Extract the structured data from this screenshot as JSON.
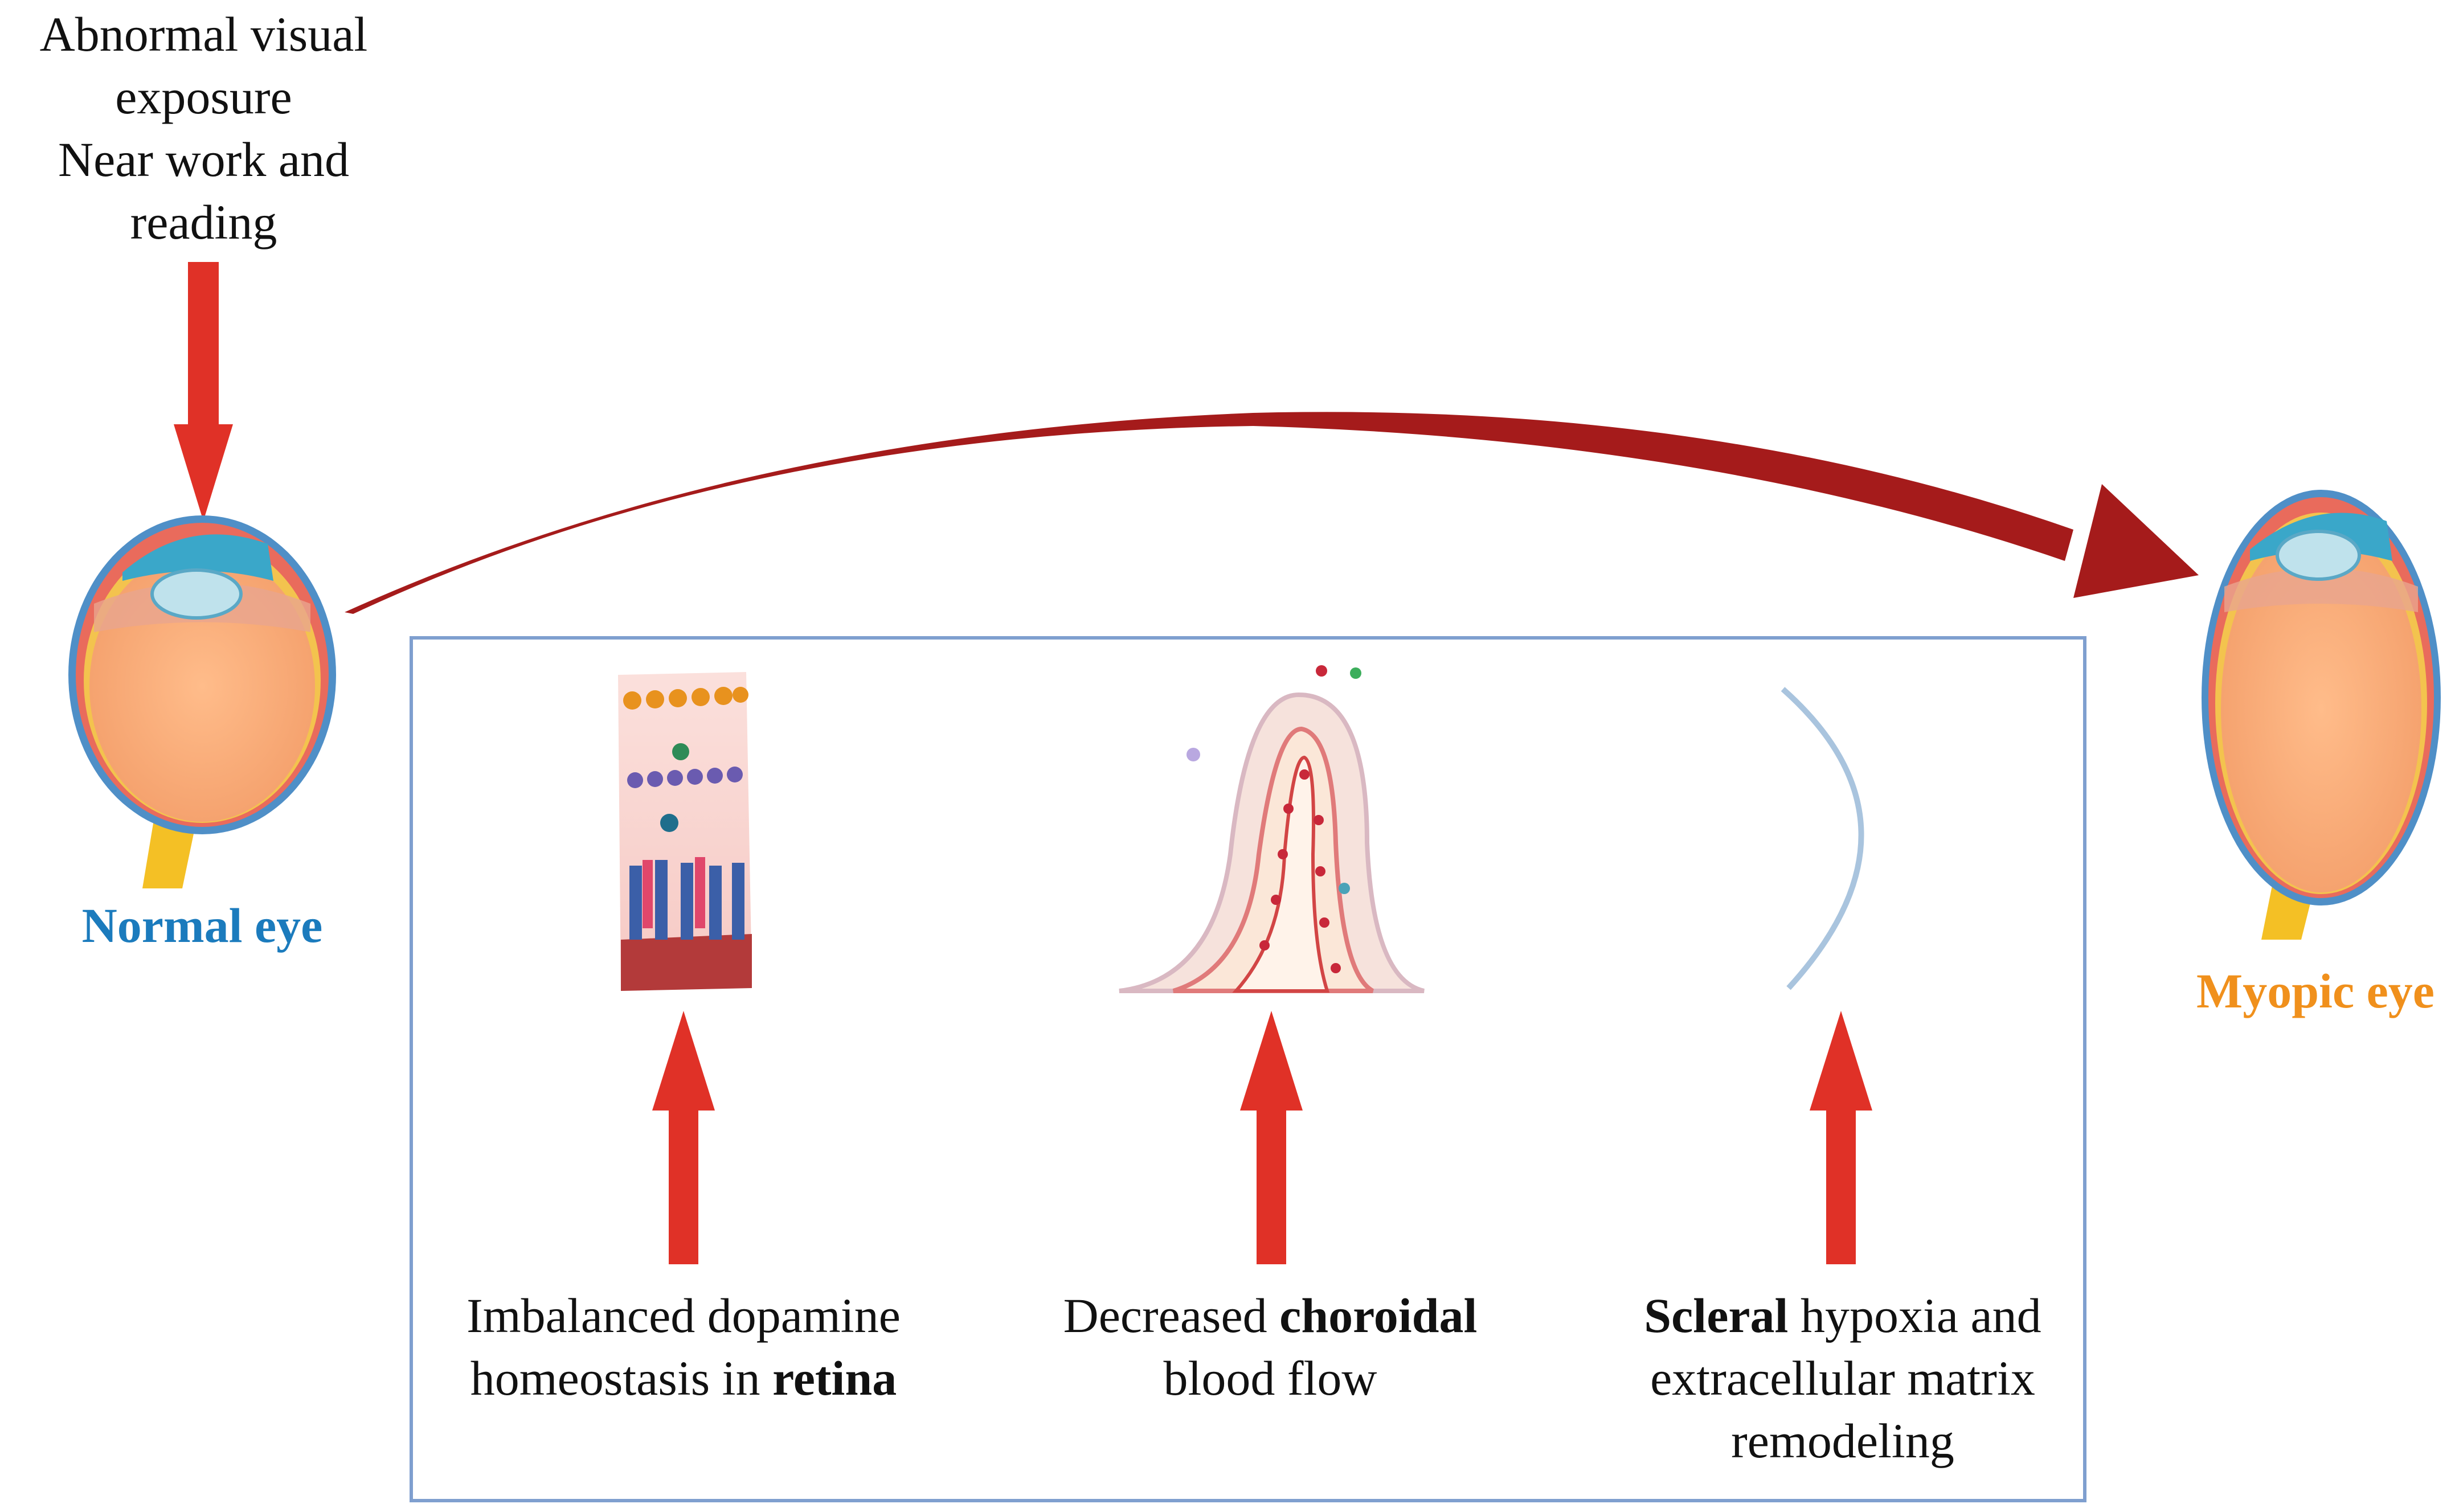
{
  "trigger": {
    "line1": "Abnormal visual",
    "line2": "exposure",
    "line3": "Near work and",
    "line4": "reading"
  },
  "normal_eye": {
    "label": "Normal eye",
    "label_color": "#1b7bbd",
    "icon": "normal-eye-icon"
  },
  "myopic_eye": {
    "label": "Myopic eye",
    "label_color": "#f0901c",
    "icon": "myopic-eye-icon"
  },
  "progression_arrow": {
    "color": "#a51b1b",
    "icon": "curved-arrow-icon"
  },
  "box": {
    "border_color": "#7f9fcf",
    "mechanisms": [
      {
        "illustration": "retina-layers-icon",
        "arrow": "up-arrow-icon",
        "line1_a": "Imbalanced dopamine",
        "line2_a": "homeostasis in ",
        "line2_b": "retina"
      },
      {
        "illustration": "choroid-villus-icon",
        "arrow": "up-arrow-icon",
        "line1_a": "Decreased ",
        "line1_b": "choroidal",
        "line2_a": "blood flow"
      },
      {
        "illustration": "sclera-arc-icon",
        "arrow": "up-arrow-icon",
        "line1_a": "Scleral",
        "line1_b": " hypoxia and",
        "line2_a": "extracellular matrix",
        "line3_a": "remodeling"
      }
    ]
  },
  "colors": {
    "arrow_red": "#e03127",
    "dark_red": "#a51b1b"
  }
}
